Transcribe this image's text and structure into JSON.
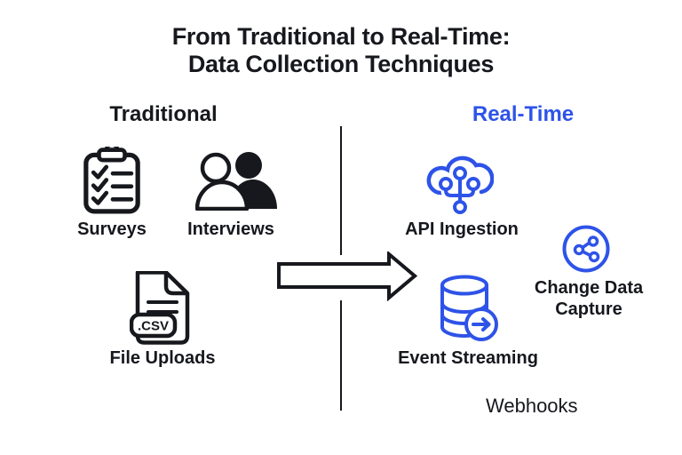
{
  "title": {
    "line1": "From Traditional to Real-Time:",
    "line2": "Data Collection Techniques"
  },
  "sections": {
    "traditional": {
      "label": "Traditional",
      "items": [
        {
          "label": "Surveys",
          "icon": "clipboard-checklist-icon"
        },
        {
          "label": "Interviews",
          "icon": "two-people-icon"
        },
        {
          "label": "File Uploads",
          "icon": "csv-file-icon",
          "badge": ".CSV"
        }
      ]
    },
    "realtime": {
      "label": "Real-Time",
      "items": [
        {
          "label": "API Ingestion",
          "icon": "cloud-branch-icon"
        },
        {
          "label": "Event Streaming",
          "icon": "database-stream-icon"
        },
        {
          "label": "Change Data Capture",
          "icon": "share-circle-icon"
        },
        {
          "label": "Webhooks",
          "icon": "none"
        }
      ]
    }
  },
  "flow": {
    "arrow": "traditional-to-realtime"
  },
  "colors": {
    "ink": "#16181d",
    "accent": "#2e53e8",
    "background": "#ffffff"
  }
}
